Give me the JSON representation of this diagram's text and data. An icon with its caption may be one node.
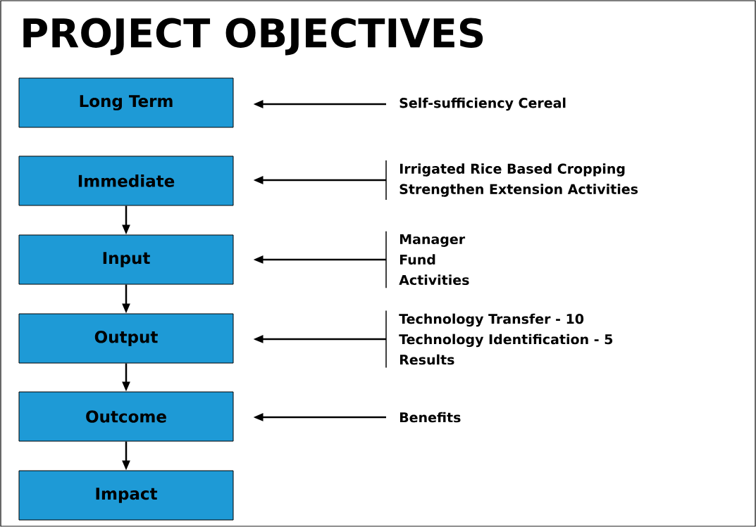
{
  "diagram": {
    "title": "PROJECT OBJECTIVES",
    "nodes": [
      {
        "text": [
          "Long Term"
        ]
      },
      {
        "text": [
          "Immediate"
        ]
      },
      {
        "text": [
          "Input"
        ]
      },
      {
        "text": [
          "Output"
        ]
      },
      {
        "text": [
          "Outcome"
        ]
      },
      {
        "text": [
          "Impact"
        ]
      },
      {
        "text": [
          "Self-sufficiency Cereal"
        ]
      },
      {
        "text": [
          "Irrigated Rice Based Cropping",
          "Strengthen Extension Activities"
        ]
      },
      {
        "text": [
          "Manager",
          "Fund",
          "Activities"
        ]
      },
      {
        "text": [
          "Technology Transfer - 10",
          "Technology Identification - 5",
          "Results"
        ]
      },
      {
        "text": [
          "Benefits"
        ]
      }
    ],
    "edges": [
      {
        "from": 6,
        "to": 0,
        "arrow": "to"
      },
      {
        "from": 7,
        "to": 1,
        "arrow": "to"
      },
      {
        "from": 1,
        "to": 2,
        "arrow": "to"
      },
      {
        "from": 8,
        "to": 2,
        "arrow": "to"
      },
      {
        "from": 2,
        "to": 3,
        "arrow": "to"
      },
      {
        "from": 9,
        "to": 3,
        "arrow": "to"
      },
      {
        "from": 3,
        "to": 4,
        "arrow": "to"
      },
      {
        "from": 10,
        "to": 4,
        "arrow": "to"
      },
      {
        "from": 4,
        "to": 5,
        "arrow": "to"
      }
    ]
  }
}
